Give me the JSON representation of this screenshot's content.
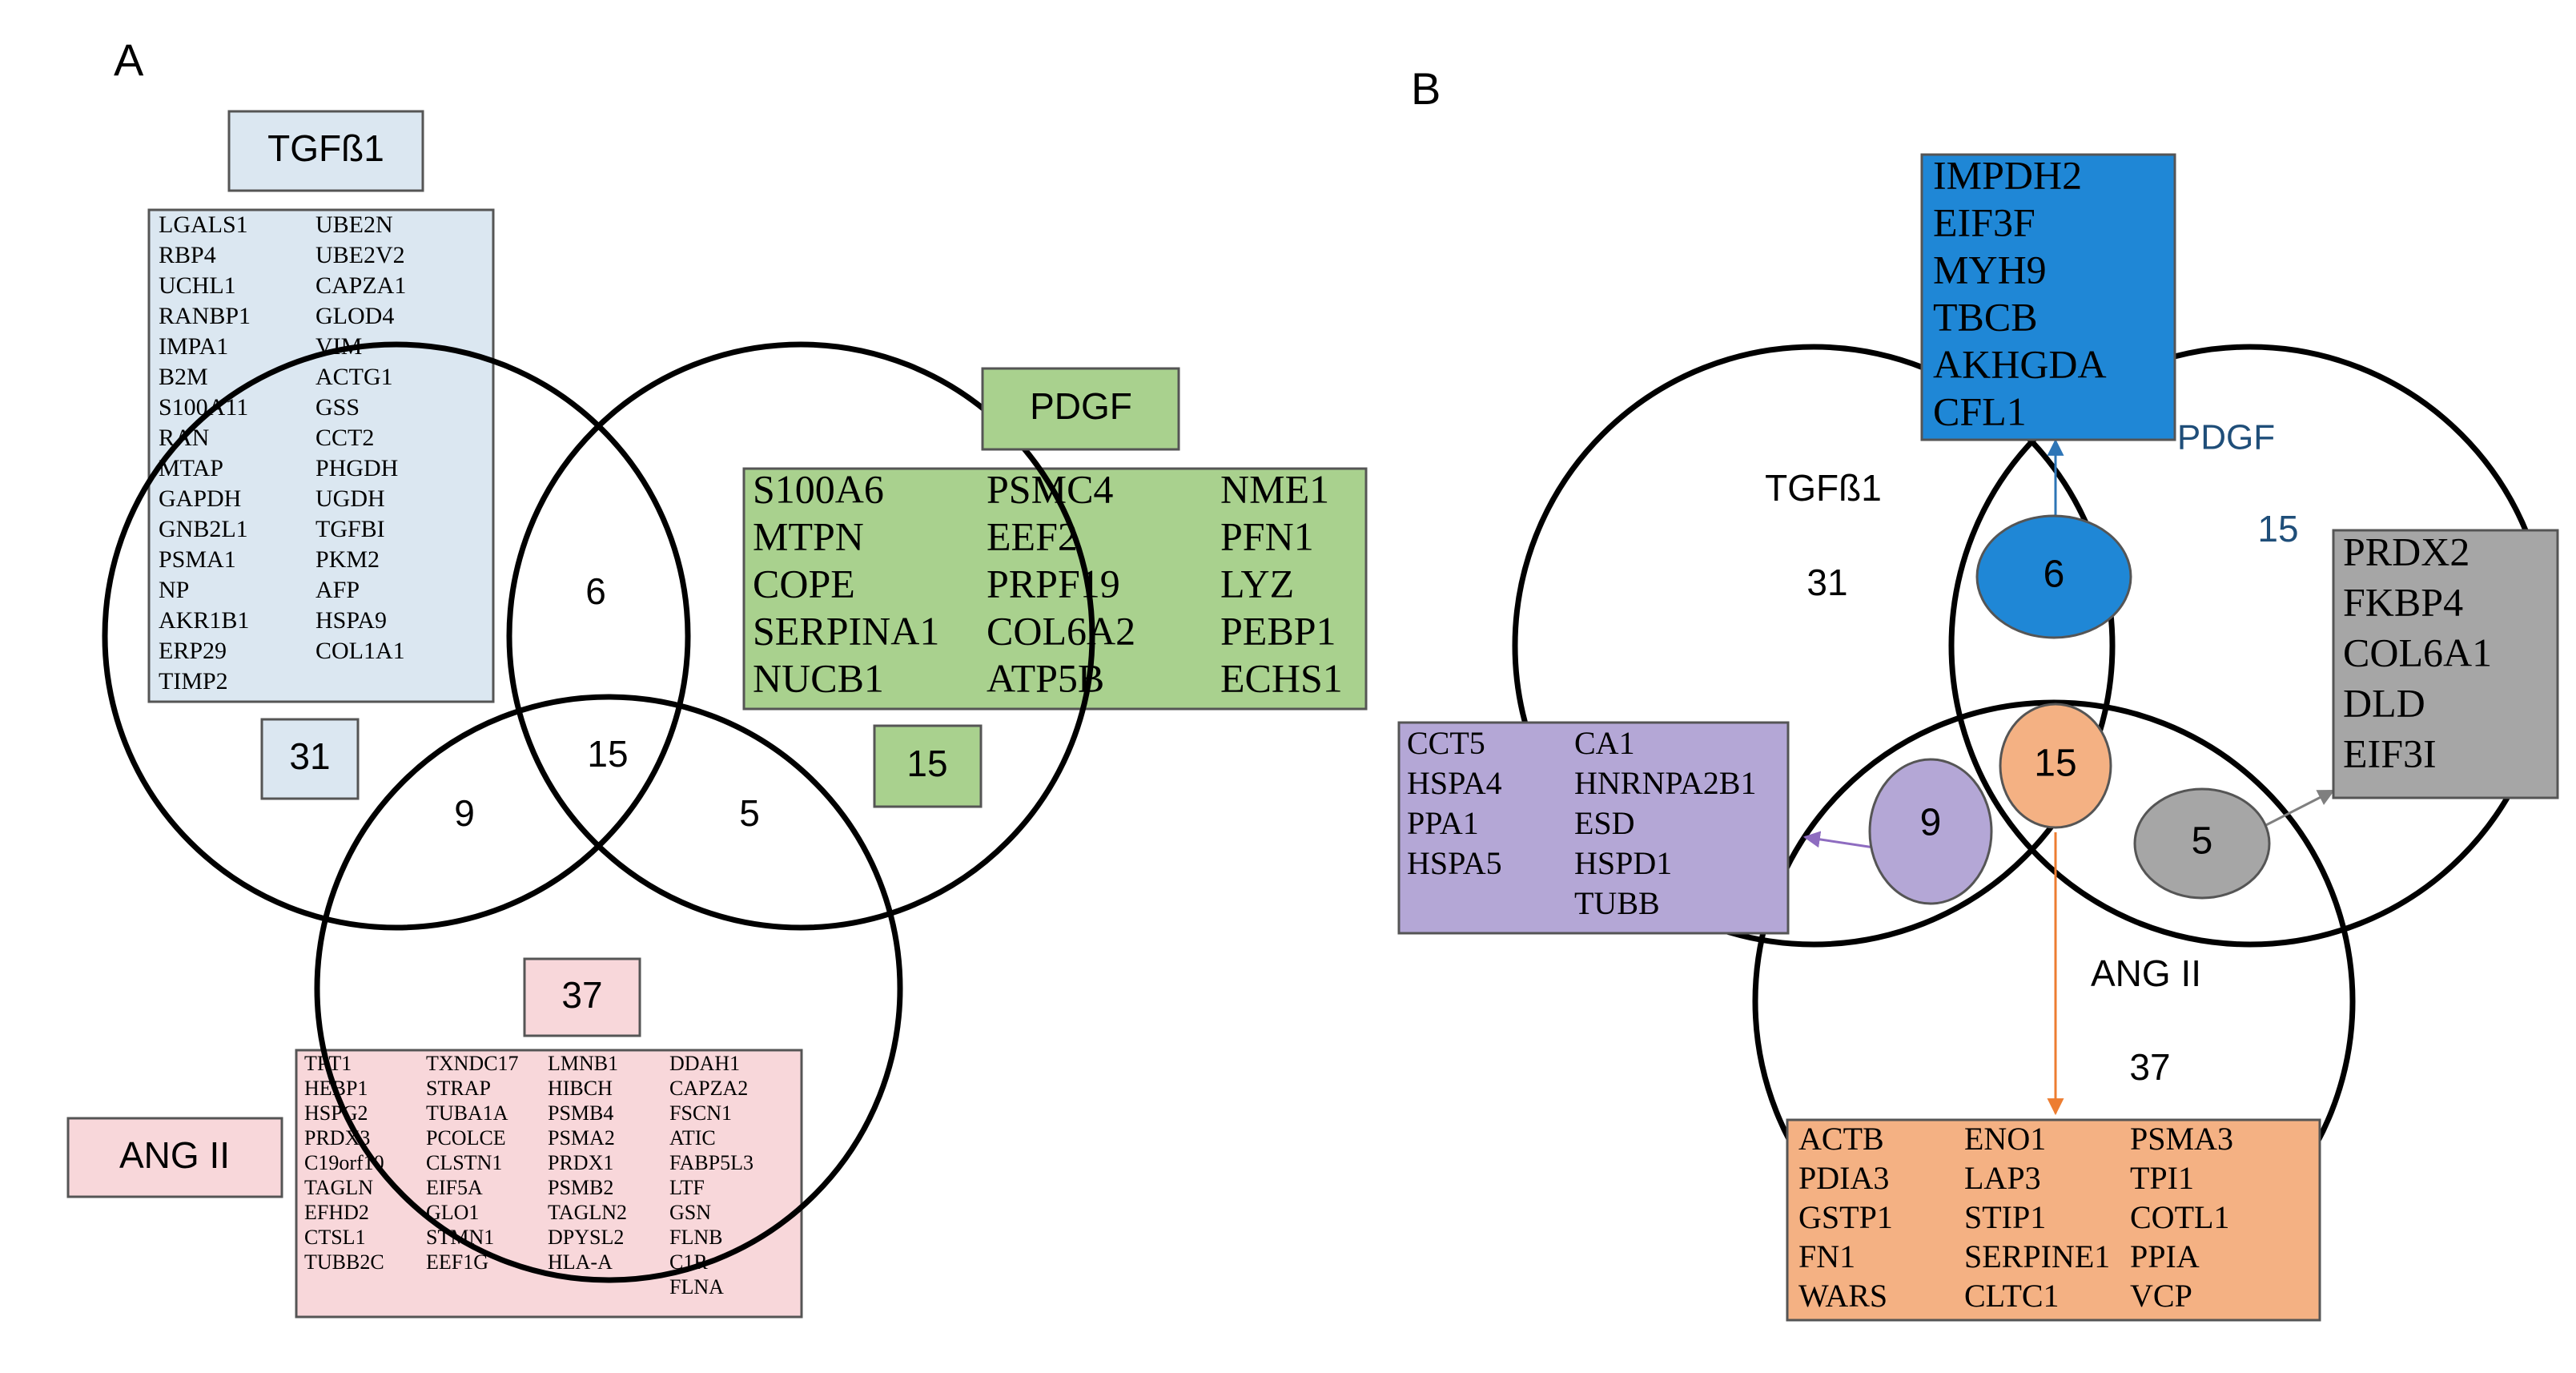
{
  "panel_a": {
    "letter": "A",
    "sets": {
      "tgf": {
        "label": "TGFß1",
        "count": "31",
        "fill": "#dbe7f1",
        "genes": [
          "LGALS1",
          "UBE2N",
          "RBP4",
          "UBE2V2",
          "UCHL1",
          "CAPZA1",
          "RANBP1",
          "GLOD4",
          "IMPA1",
          "VIM",
          "B2M",
          "ACTG1",
          "S100A11",
          "GSS",
          "RAN",
          "CCT2",
          "MTAP",
          "PHGDH",
          "GAPDH",
          "UGDH",
          "GNB2L1",
          "TGFBI",
          "PSMA1",
          "PKM2",
          "NP",
          "AFP",
          "AKR1B1",
          "HSPA9",
          "ERP29",
          "COL1A1",
          "TIMP2"
        ]
      },
      "pdgf": {
        "label": "PDGF",
        "count": "15",
        "fill": "#a9d18e",
        "genes": [
          "S100A6",
          "PSMC4",
          "NME1",
          "MTPN",
          "EEF2",
          "PFN1",
          "COPE",
          "PRPF19",
          "LYZ",
          "SERPINA1",
          "COL6A2",
          "PEBP1",
          "NUCB1",
          "ATP5B",
          "ECHS1"
        ]
      },
      "ang": {
        "label": "ANG II",
        "count": "37",
        "fill": "#f8d7da",
        "genes": [
          "TPT1",
          "TXNDC17",
          "LMNB1",
          "DDAH1",
          "HEBP1",
          "STRAP",
          "HIBCH",
          "CAPZA2",
          "HSPG2",
          "TUBA1A",
          "PSMB4",
          "FSCN1",
          "PRDX3",
          "PCOLCE",
          "PSMA2",
          "ATIC",
          "C19orf10",
          "CLSTN1",
          "PRDX1",
          "FABP5L3",
          "TAGLN",
          "EIF5A",
          "PSMB2",
          "LTF",
          "EFHD2",
          "GLO1",
          "TAGLN2",
          "GSN",
          "CTSL1",
          "STMN1",
          "DPYSL2",
          "FLNB",
          "TUBB2C",
          "EEF1G",
          "HLA-A",
          "C1R",
          "",
          "",
          "",
          "FLNA"
        ]
      }
    },
    "overlaps": {
      "tgf_pdgf": "6",
      "all_three": "15",
      "tgf_ang": "9",
      "pdgf_ang": "5"
    }
  },
  "panel_b": {
    "letter": "B",
    "labels": {
      "tgf": "TGFß1",
      "pdgf": "PDGF",
      "ang": "ANG II"
    },
    "counts": {
      "tgf": "31",
      "pdgf": "15",
      "ang": "37"
    },
    "overlaps": {
      "tgf_pdgf": {
        "value": "6",
        "color": "#1f87d6",
        "genes": [
          "IMPDH2",
          "EIF3F",
          "MYH9",
          "TBCB",
          "AKHGDA",
          "CFL1"
        ]
      },
      "all_three": {
        "value": "15",
        "color": "#f4b183",
        "genes": [
          "ACTB",
          "ENO1",
          "PSMA3",
          "PDIA3",
          "LAP3",
          "TPI1",
          "GSTP1",
          "STIP1",
          "COTL1",
          "FN1",
          "SERPINE1",
          "PPIA",
          "WARS",
          "CLTC1",
          "VCP"
        ]
      },
      "tgf_ang": {
        "value": "9",
        "color": "#b4a7d6",
        "genes": [
          "CCT5",
          "CA1",
          "HSPA4",
          "HNRNPA2B1",
          "PPA1",
          "ESD",
          "HSPA5",
          "HSPD1",
          "",
          "TUBB"
        ]
      },
      "pdgf_ang": {
        "value": "5",
        "color": "#a6a6a6",
        "genes": [
          "PRDX2",
          "FKBP4",
          "COL6A1",
          "DLD",
          "EIF3I"
        ]
      }
    },
    "label_color": "#1f4e79"
  }
}
